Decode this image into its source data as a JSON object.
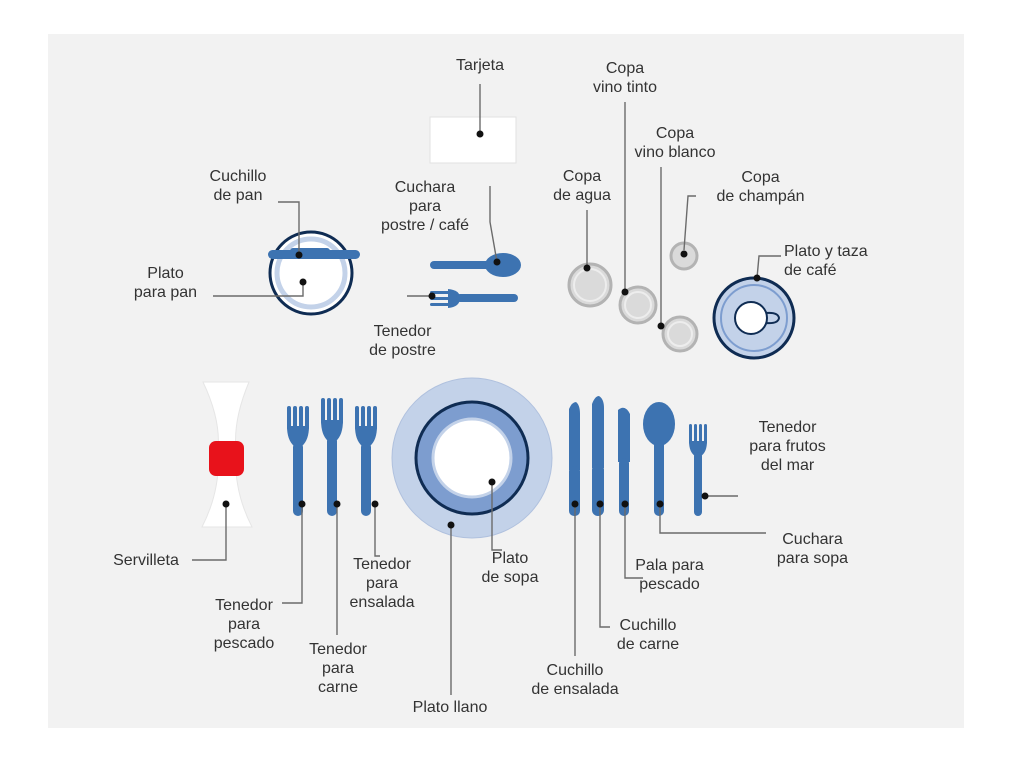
{
  "colors": {
    "background": "#f2f2f2",
    "cutlery_blue": "#3d73b1",
    "plate_light": "#c3d2e9",
    "plate_mid": "#7d9dcf",
    "plate_dark": "#0f2c53",
    "glass_fill": "#dadada",
    "glass_ring": "#b3b3b3",
    "napkin_red": "#e8121b",
    "leader_line": "#6b6b6b",
    "text": "#333333"
  },
  "labels": {
    "tarjeta": "Tarjeta",
    "copa_vino_tinto": "Copa\nvino tinto",
    "copa_vino_blanco": "Copa\nvino blanco",
    "copa_agua": "Copa\nde agua",
    "copa_champan": "Copa\nde champán",
    "cuchillo_pan": "Cuchillo\nde pan",
    "cuchara_postre": "Cuchara\npara\npostre / café",
    "plato_taza_cafe": "Plato y taza\nde café",
    "plato_pan": "Plato\npara pan",
    "tenedor_postre": "Tenedor\nde postre",
    "tenedor_frutos_mar": "Tenedor\npara frutos\ndel mar",
    "servilleta": "Servilleta",
    "plato_sopa": "Plato\nde sopa",
    "tenedor_ensalada": "Tenedor\npara\nensalada",
    "cuchara_sopa": "Cuchara\npara sopa",
    "pala_pescado": "Pala para\npescado",
    "tenedor_pescado": "Tenedor\npara\npescado",
    "cuchillo_carne": "Cuchillo\nde carne",
    "tenedor_carne": "Tenedor\npara\ncarne",
    "cuchillo_ensalada": "Cuchillo\nde ensalada",
    "plato_llano": "Plato llano"
  }
}
